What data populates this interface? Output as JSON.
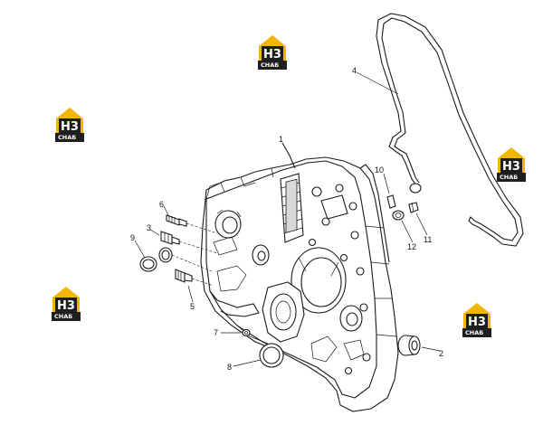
{
  "callouts": [
    {
      "id": "1",
      "label": "1"
    },
    {
      "id": "2",
      "label": "2"
    },
    {
      "id": "3",
      "label": "3"
    },
    {
      "id": "4",
      "label": "4"
    },
    {
      "id": "5",
      "label": "5"
    },
    {
      "id": "6",
      "label": "6"
    },
    {
      "id": "7",
      "label": "7"
    },
    {
      "id": "8",
      "label": "8"
    },
    {
      "id": "9",
      "label": "9"
    },
    {
      "id": "10",
      "label": "10"
    },
    {
      "id": "11",
      "label": "11"
    },
    {
      "id": "12",
      "label": "12"
    }
  ],
  "watermark": {
    "logo_text": "H3",
    "sub_text": "CHAБ",
    "logo_color": "#f2b705",
    "dark_color": "#1e1e1e"
  }
}
